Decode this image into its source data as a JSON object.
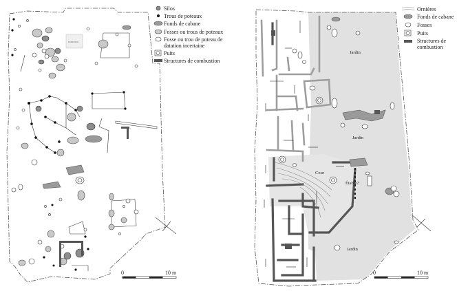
{
  "left_plan": {
    "legend": {
      "silos": "Silos",
      "trous_poteaux": "Trous de poteaux",
      "fonds_cabane": "Fonds de cabane",
      "fosses_trous": "Fosses ou trous de poteaux",
      "incertaine_l1": "Fosse ou trou de poteau de",
      "incertaine_l2": "datation incertaine",
      "puits": "Puits",
      "combustion": "Structures de combustion"
    },
    "scale": {
      "zero": "0",
      "end": "10 m"
    },
    "legend_colors": {
      "silo": "#8d8d8d",
      "post": "#111111",
      "cabane": "#9a9a9a",
      "fosse": "#c9c9c9",
      "combustion": "#555555"
    }
  },
  "right_plan": {
    "legend": {
      "ornieres": "Ornières",
      "fonds_cabane": "Fonds de cabane",
      "fosses": "Fosses",
      "puits": "Puits",
      "combustion_l1": "Structures de",
      "combustion_l2": "combustion"
    },
    "labels": {
      "jardin_top": "Jardin",
      "jardin_mid": "Jardin",
      "jardin_bottom": "Jardin",
      "cour": "Cour",
      "etable": "Étable?"
    },
    "scale": {
      "zero": "0",
      "end": "10 m"
    },
    "colors": {
      "courtyard": "#e1e1e1",
      "wall_light": "#9e9e9e",
      "wall_dark": "#555555"
    }
  }
}
